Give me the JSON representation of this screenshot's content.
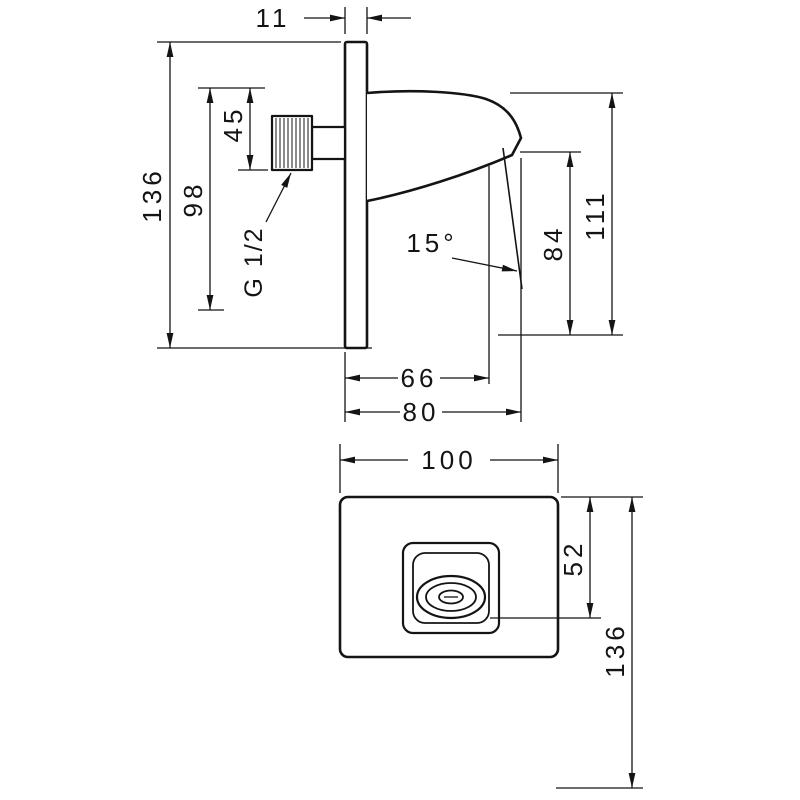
{
  "drawing": {
    "side_view": {
      "plate_thickness": "11",
      "height_total": "136",
      "height_mid": "98",
      "height_top": "45",
      "thread_label": "G 1/2",
      "spray_angle": "15°",
      "outlet_height": "84",
      "spout_height": "111",
      "outlet_reach": "66",
      "total_reach": "80"
    },
    "front_view": {
      "plate_width": "100",
      "top_to_outlet": "52",
      "height_total": "136"
    }
  }
}
